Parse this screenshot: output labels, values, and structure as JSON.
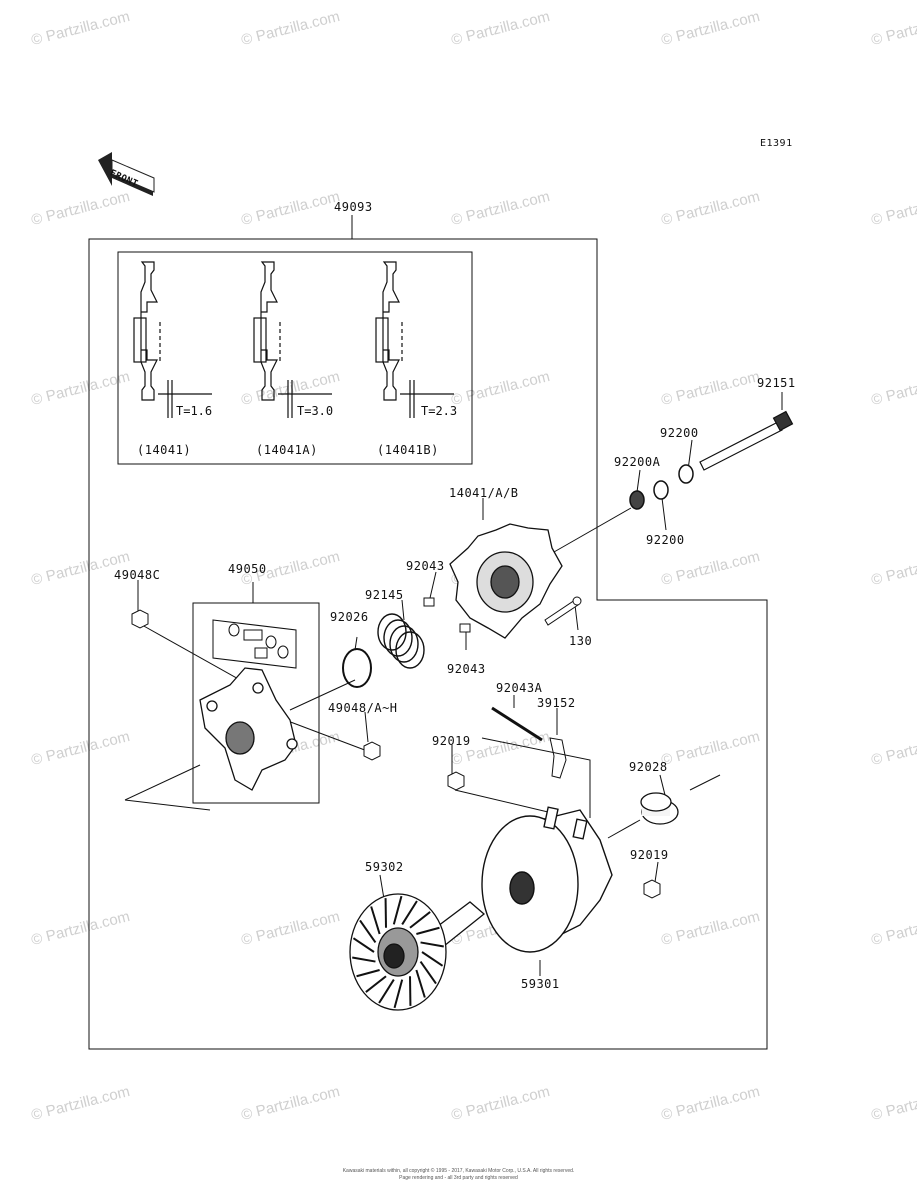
{
  "diagram_code": "E1391",
  "front_label": "FRONT",
  "watermark": "© Partzilla.com",
  "assembly_label": "49093",
  "thickness_variants": [
    {
      "t_label": "T=1.6",
      "code": "(14041)"
    },
    {
      "t_label": "T=3.0",
      "code": "(14041A)"
    },
    {
      "t_label": "T=2.3",
      "code": "(14041B)"
    }
  ],
  "parts": {
    "p92151": "92151",
    "p92200_top": "92200",
    "p92200A": "92200A",
    "p92200_bottom": "92200",
    "p14041": "14041/A/B",
    "p92043_top": "92043",
    "p92043_bottom": "92043",
    "p130": "130",
    "p49048C": "49048C",
    "p49050": "49050",
    "p92145": "92145",
    "p92026": "92026",
    "p49048": "49048/A~H",
    "p92043A": "92043A",
    "p39152": "39152",
    "p92019_left": "92019",
    "p92028": "92028",
    "p92019_right": "92019",
    "p59302": "59302",
    "p59301": "59301"
  },
  "footer": {
    "line1": "Kawasaki materials within, all copyright © 1995 - 2017, Kawasaki Motor Corp., U.S.A. All rights reserved.",
    "line2": "Page rendering and - all 3rd party and rights reserved"
  }
}
